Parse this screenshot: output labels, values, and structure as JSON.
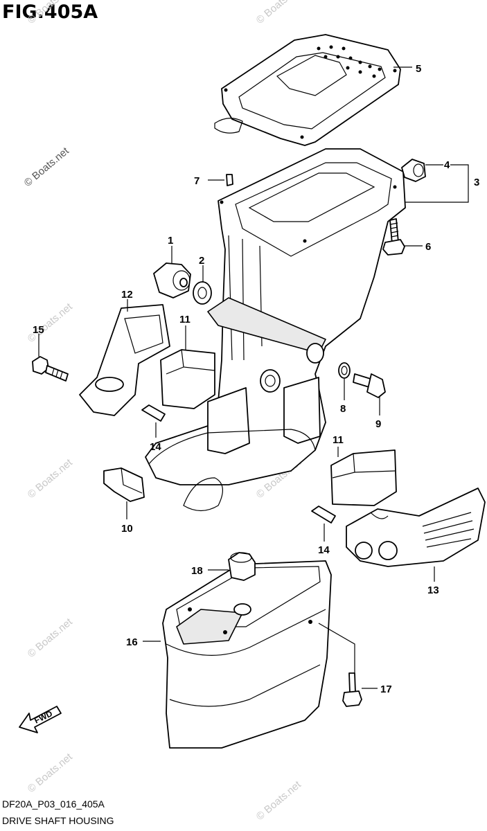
{
  "figure": {
    "title": "FIG.405A",
    "code": "DF20A_P03_016_405A",
    "name": "DRIVE SHAFT HOUSING",
    "watermark": "© Boats.net",
    "fwd_label": "FWD"
  },
  "callouts": [
    "1",
    "2",
    "3",
    "4",
    "5",
    "6",
    "7",
    "8",
    "9",
    "10",
    "11",
    "11",
    "12",
    "13",
    "14",
    "14",
    "15",
    "16",
    "17",
    "18"
  ]
}
